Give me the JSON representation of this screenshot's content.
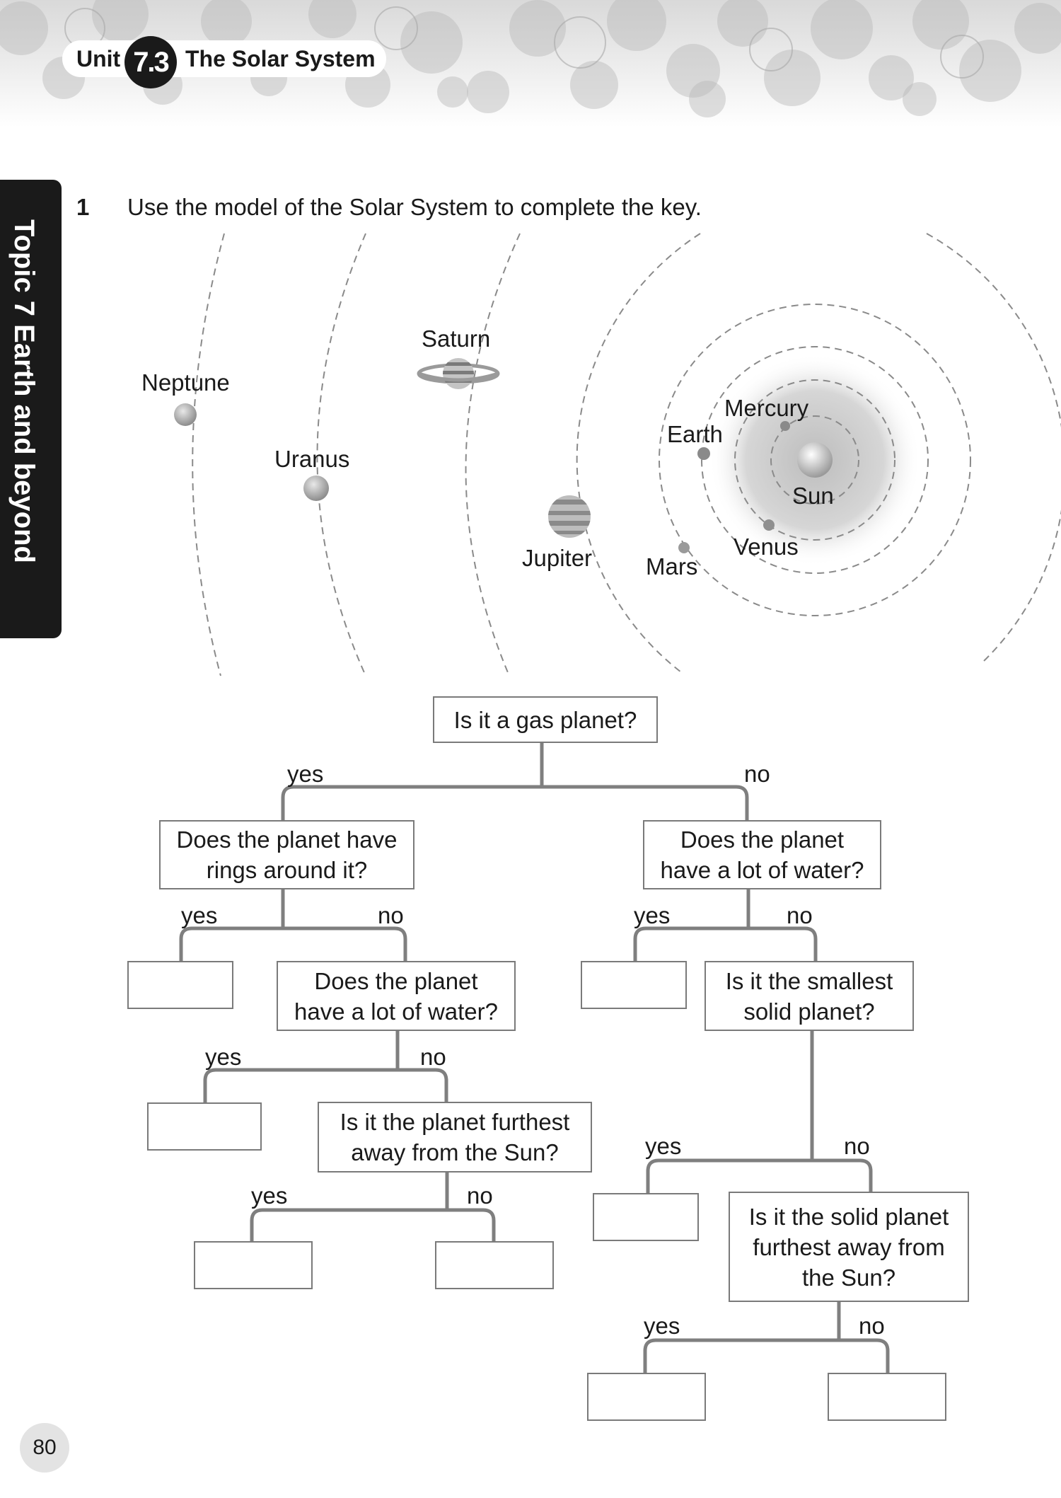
{
  "header": {
    "unit_word": "Unit",
    "unit_number": "7.3",
    "unit_title": "The Solar System"
  },
  "side_tab": {
    "text": "Topic 7 Earth and beyond"
  },
  "question": {
    "number": "1",
    "text": "Use the model of the Solar System to complete the key."
  },
  "solar_system": {
    "planets": [
      "Neptune",
      "Uranus",
      "Saturn",
      "Jupiter",
      "Mars",
      "Earth",
      "Mercury",
      "Venus",
      "Sun"
    ]
  },
  "key": {
    "q_gas": "Is it a gas planet?",
    "q_rings": [
      "Does the planet have",
      "rings around it?"
    ],
    "q_water_left": [
      "Does the planet",
      "have a lot of water?"
    ],
    "q_furthest": [
      "Is it the planet furthest",
      "away from the Sun?"
    ],
    "q_water_right": [
      "Does the planet",
      "have a lot of water?"
    ],
    "q_smallest": [
      "Is it the smallest",
      "solid planet?"
    ],
    "q_solid_furthest": [
      "Is it the solid planet",
      "furthest away from",
      "the Sun?"
    ],
    "yes": "yes",
    "no": "no"
  },
  "page_number": "80"
}
